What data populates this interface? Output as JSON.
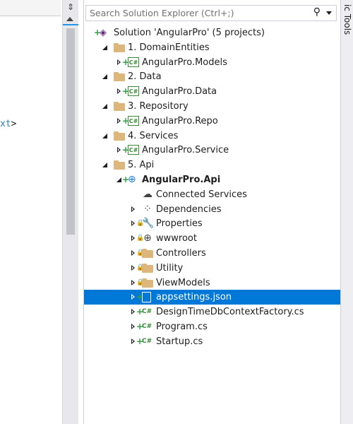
{
  "editor": {
    "code_fragment": "xt",
    "bracket": ">"
  },
  "scrollbar": {
    "split_glyph": "⇕"
  },
  "right_tab": {
    "label": "ic Tools"
  },
  "search": {
    "placeholder": "Search Solution Explorer (Ctrl+;)"
  },
  "tree": [
    {
      "label": "Solution 'AngularPro' (5 projects)",
      "icon": "solution-icon",
      "level": 0,
      "expander": "none",
      "plus": true,
      "lock": false,
      "bold": false,
      "selected": false
    },
    {
      "label": "1. DomainEntities",
      "icon": "folder-icon",
      "level": 1,
      "expander": "expanded",
      "plus": false,
      "lock": false,
      "bold": false,
      "selected": false
    },
    {
      "label": "AngularPro.Models",
      "icon": "csharp-project-icon",
      "level": 2,
      "expander": "collapsed",
      "plus": true,
      "lock": false,
      "bold": false,
      "selected": false
    },
    {
      "label": "2. Data",
      "icon": "folder-icon",
      "level": 1,
      "expander": "expanded",
      "plus": false,
      "lock": false,
      "bold": false,
      "selected": false
    },
    {
      "label": "AngularPro.Data",
      "icon": "csharp-project-icon",
      "level": 2,
      "expander": "collapsed",
      "plus": true,
      "lock": false,
      "bold": false,
      "selected": false
    },
    {
      "label": "3. Repository",
      "icon": "folder-icon",
      "level": 1,
      "expander": "expanded",
      "plus": false,
      "lock": false,
      "bold": false,
      "selected": false
    },
    {
      "label": "AngularPro.Repo",
      "icon": "csharp-project-icon",
      "level": 2,
      "expander": "collapsed",
      "plus": true,
      "lock": false,
      "bold": false,
      "selected": false
    },
    {
      "label": "4. Services",
      "icon": "folder-icon",
      "level": 1,
      "expander": "expanded",
      "plus": false,
      "lock": false,
      "bold": false,
      "selected": false
    },
    {
      "label": "AngularPro.Service",
      "icon": "csharp-project-icon",
      "level": 2,
      "expander": "collapsed",
      "plus": true,
      "lock": false,
      "bold": false,
      "selected": false
    },
    {
      "label": "5. Api",
      "icon": "folder-icon",
      "level": 1,
      "expander": "expanded",
      "plus": false,
      "lock": false,
      "bold": false,
      "selected": false
    },
    {
      "label": "AngularPro.Api",
      "icon": "web-project-icon",
      "level": 2,
      "expander": "expanded",
      "plus": true,
      "lock": false,
      "bold": true,
      "selected": false
    },
    {
      "label": "Connected Services",
      "icon": "cloud-icon",
      "level": 3,
      "expander": "none",
      "plus": false,
      "lock": false,
      "bold": false,
      "selected": false
    },
    {
      "label": "Dependencies",
      "icon": "dependencies-icon",
      "level": 3,
      "expander": "collapsed",
      "plus": false,
      "lock": false,
      "bold": false,
      "selected": false
    },
    {
      "label": "Properties",
      "icon": "wrench-icon",
      "level": 3,
      "expander": "collapsed",
      "plus": false,
      "lock": true,
      "bold": false,
      "selected": false
    },
    {
      "label": "wwwroot",
      "icon": "globe-icon",
      "level": 3,
      "expander": "collapsed",
      "plus": false,
      "lock": true,
      "bold": false,
      "selected": false
    },
    {
      "label": "Controllers",
      "icon": "folder-icon",
      "level": 3,
      "expander": "collapsed",
      "plus": false,
      "lock": true,
      "bold": false,
      "selected": false
    },
    {
      "label": "Utility",
      "icon": "folder-icon",
      "level": 3,
      "expander": "collapsed",
      "plus": false,
      "lock": true,
      "bold": false,
      "selected": false
    },
    {
      "label": "ViewModels",
      "icon": "folder-icon",
      "level": 3,
      "expander": "collapsed",
      "plus": false,
      "lock": true,
      "bold": false,
      "selected": false
    },
    {
      "label": "appsettings.json",
      "icon": "json-file-icon",
      "level": 3,
      "expander": "collapsed",
      "plus": true,
      "lock": false,
      "bold": false,
      "selected": true
    },
    {
      "label": "DesignTimeDbContextFactory.cs",
      "icon": "csharp-file-icon",
      "level": 3,
      "expander": "collapsed",
      "plus": true,
      "lock": false,
      "bold": false,
      "selected": false
    },
    {
      "label": "Program.cs",
      "icon": "csharp-file-icon",
      "level": 3,
      "expander": "collapsed",
      "plus": true,
      "lock": false,
      "bold": false,
      "selected": false
    },
    {
      "label": "Startup.cs",
      "icon": "csharp-file-icon",
      "level": 3,
      "expander": "collapsed",
      "plus": true,
      "lock": false,
      "bold": false,
      "selected": false
    }
  ],
  "colors": {
    "selection": "#0078d7",
    "folder": "#dcb67a",
    "csharp": "#388a34",
    "pending_add": "#2ea043"
  }
}
